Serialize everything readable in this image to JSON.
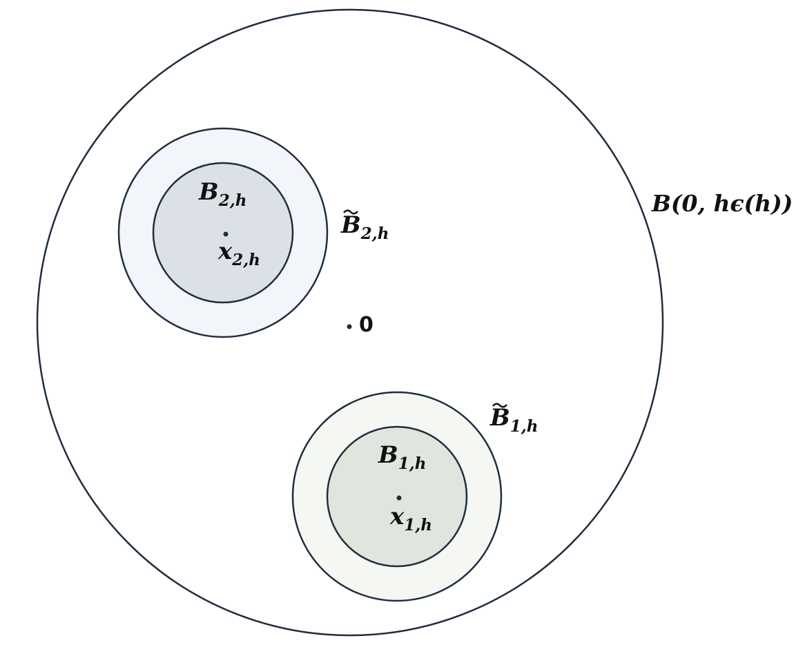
{
  "diagram": {
    "outer_ball": {
      "label_main": "B",
      "label_args": "(0, hϵ(h))"
    },
    "origin": {
      "label": "0"
    },
    "ball_2": {
      "inner_label": "B",
      "inner_sub": "2,h",
      "outer_label": "B",
      "outer_sub": "2,h",
      "center_label": "x",
      "center_sub": "2,h"
    },
    "ball_1": {
      "inner_label": "B",
      "inner_sub": "1,h",
      "outer_label": "B",
      "outer_sub": "1,h",
      "center_label": "x",
      "center_sub": "1,h"
    },
    "colors": {
      "stroke": "#1f2d3d",
      "ball_2_outer_fill": "#f2f5f9",
      "ball_2_inner_fill": "#dbe1e7",
      "ball_1_outer_fill": "#f4f7f2",
      "ball_1_inner_fill": "#e0e6dd"
    }
  }
}
